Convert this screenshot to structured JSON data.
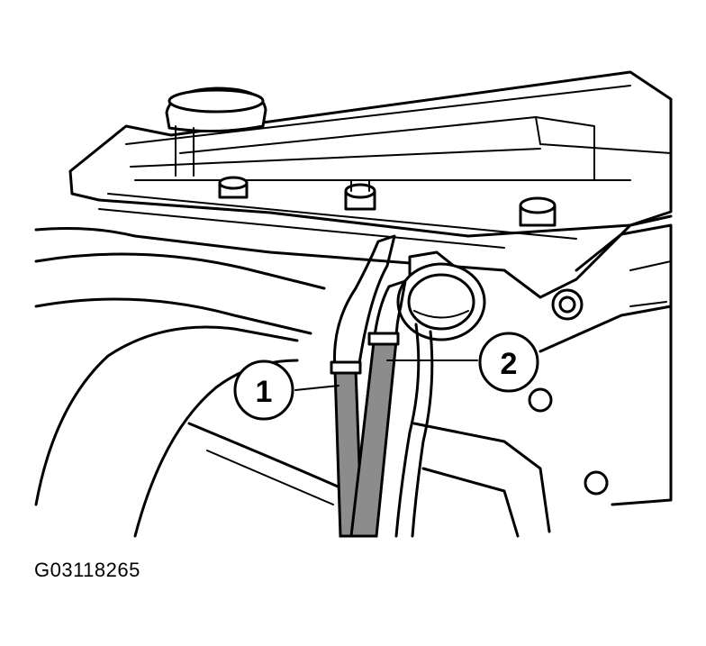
{
  "figure_id": "G03118265",
  "callouts": [
    {
      "number": "1"
    },
    {
      "number": "2"
    }
  ],
  "colors": {
    "line": "#000000",
    "hose_fill": "#8c8c8c",
    "background": "#ffffff"
  }
}
